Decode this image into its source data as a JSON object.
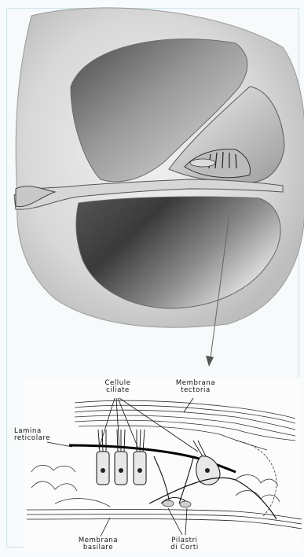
{
  "labels": {
    "cellule_ciliate": [
      "Cellule",
      "ciliate"
    ],
    "membrana_tectoria": [
      "Membrana",
      "tectoria"
    ],
    "lamina_reticolare": [
      "Lamina",
      "reticolare"
    ],
    "membrana_basilare": [
      "Membrana",
      "basilare"
    ],
    "pilastri_di_corti": [
      "Pilastri",
      "di Corti"
    ]
  },
  "colors": {
    "background": "#f7fbfd",
    "ink": "#111111",
    "shade_dark": "#3e3e3e",
    "shade_light": "#e6e6e6"
  }
}
